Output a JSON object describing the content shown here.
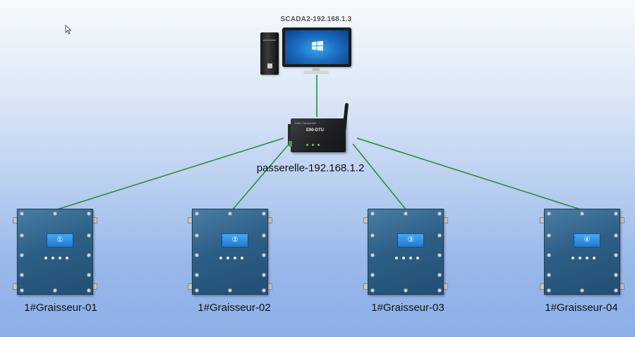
{
  "scada": {
    "label": "SCADA2-192.168.1.3",
    "computer_icon": "desktop-computer-icon",
    "os_logo": "windows-logo-icon"
  },
  "gateway": {
    "label": "passerelle-192.168.1.2",
    "icon": "dtu-gateway-icon",
    "brand_text": "E90-DTU",
    "small_text": "Data Transceiver"
  },
  "devices": [
    {
      "label": "1#Graisseur-01",
      "display": "①"
    },
    {
      "label": "1#Graisseur-02",
      "display": "②"
    },
    {
      "label": "1#Graisseur-03",
      "display": "③"
    },
    {
      "label": "1#Graisseur-04",
      "display": "④"
    }
  ],
  "colors": {
    "link": "#2e8b3e",
    "device_panel": "#2d5f86",
    "display": "#2f8ee0"
  }
}
